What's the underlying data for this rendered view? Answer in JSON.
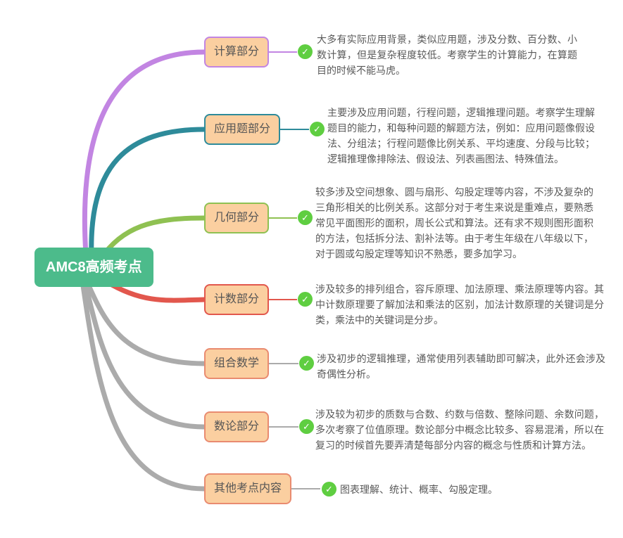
{
  "root": {
    "label": "AMC8高频考点",
    "bg_color": "#4CBB8B",
    "text_color": "#FFFFFF"
  },
  "icons": {
    "check_glyph": "✓",
    "check_bg_color": "#5FCE41"
  },
  "node_fill_color": "#FBCFA0",
  "branches": [
    {
      "label": "计算部分",
      "color": "#C285E2",
      "border_color": "#C285E2",
      "desc": "大多有实际应用背景，类似应用题，涉及分数、百分数、小数计算，但是复杂程度较低。考察学生的计算能力，在算题目的时候不能马虎。"
    },
    {
      "label": "应用题部分",
      "color": "#2E8B9A",
      "border_color": "#2E8B9A",
      "desc": "主要涉及应用问题，行程问题，逻辑推理问题。考察学生理解题目的能力，和每种问题的解题方法，例如：应用问题像假设法、分组法；行程问题像比例关系、平均速度、分段与比较；逻辑推理像排除法、假设法、列表画图法、特殊值法。"
    },
    {
      "label": "几何部分",
      "color": "#8FC152",
      "border_color": "#8FC152",
      "desc": "较多涉及空间想象、圆与扇形、勾股定理等内容，不涉及复杂的三角形相关的比例关系。这部分对于考生来说是重难点，要熟悉常见平面图形的面积，周长公式和算法。还有求不规则图形面积的方法，包括拆分法、割补法等。由于考生年级在八年级以下，对于圆或勾股定理等知识不熟悉，要多加学习。"
    },
    {
      "label": "计数部分",
      "color": "#E2574D",
      "border_color": "#E2574D",
      "desc": "涉及较多的排列组合，容斥原理、加法原理、乘法原理等内容。其中计数原理要了解加法和乘法的区别，加法计数原理的关键词是分类，乘法中的关键词是分步。"
    },
    {
      "label": "组合数学",
      "color": "#ABABAB",
      "border_color": "#E98B70",
      "desc": "涉及初步的逻辑推理，通常使用列表辅助即可解决，此外还会涉及奇偶性分析。"
    },
    {
      "label": "数论部分",
      "color": "#ABABAB",
      "border_color": "#E98B70",
      "desc": "涉及较为初步的质数与合数、约数与倍数、整除问题、余数问题，多次考察了位值原理。数论部分中概念比较多、容易混淆，所以在复习的时候首先要弄清楚每部分内容的概念与性质和计算方法。"
    },
    {
      "label": "其他考点内容",
      "color": "#ABABAB",
      "border_color": "#E98B70",
      "desc": "图表理解、统计、概率、勾股定理。"
    }
  ]
}
